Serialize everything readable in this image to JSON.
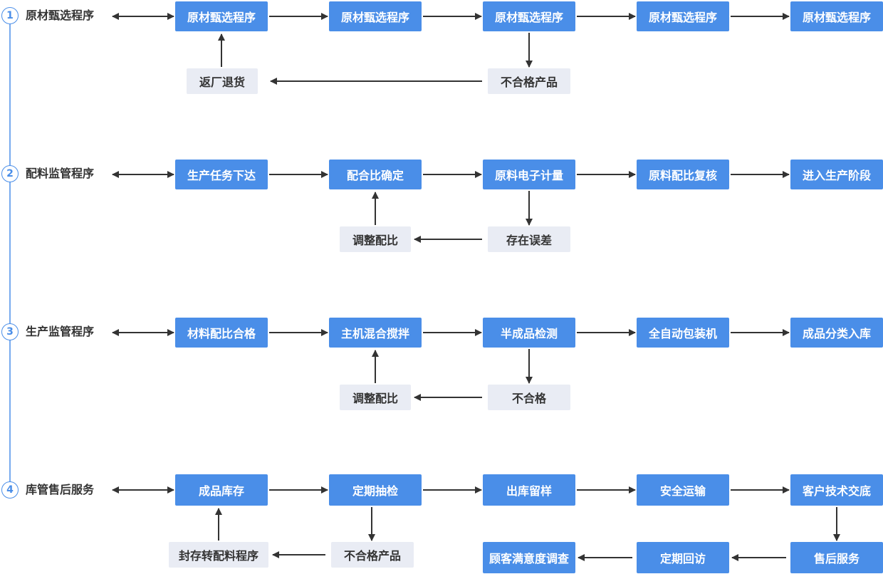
{
  "rows": [
    {
      "number": "1",
      "title": "原材甄选程序",
      "steps": [
        "原材甄选程序",
        "原材甄选程序",
        "原材甄选程序",
        "原材甄选程序",
        "原材甄选程序"
      ],
      "feedback": {
        "from": "不合格产品",
        "to": "返厂退货"
      }
    },
    {
      "number": "2",
      "title": "配料监管程序",
      "steps": [
        "生产任务下达",
        "配合比确定",
        "原料电子计量",
        "原料配比复核",
        "进入生产阶段"
      ],
      "feedback": {
        "from": "存在误差",
        "to": "调整配比"
      }
    },
    {
      "number": "3",
      "title": "生产监管程序",
      "steps": [
        "材料配比合格",
        "主机混合搅拌",
        "半成品检测",
        "全自动包装机",
        "成品分类入库"
      ],
      "feedback": {
        "from": "不合格",
        "to": "调整配比"
      }
    },
    {
      "number": "4",
      "title": "库管售后服务",
      "steps": [
        "成品库存",
        "定期抽检",
        "出库留样",
        "安全运输",
        "客户技术交底"
      ],
      "feedback": {
        "from": "不合格产品",
        "to": "封存转配料程序"
      },
      "after_sales": [
        "售后服务",
        "定期回访",
        "顾客满意度调查"
      ]
    }
  ],
  "colors": {
    "box_blue": "#4a8ee8",
    "box_gray": "#e9ecf4",
    "arrow": "#333333",
    "timeline": "#4a8ee8"
  }
}
